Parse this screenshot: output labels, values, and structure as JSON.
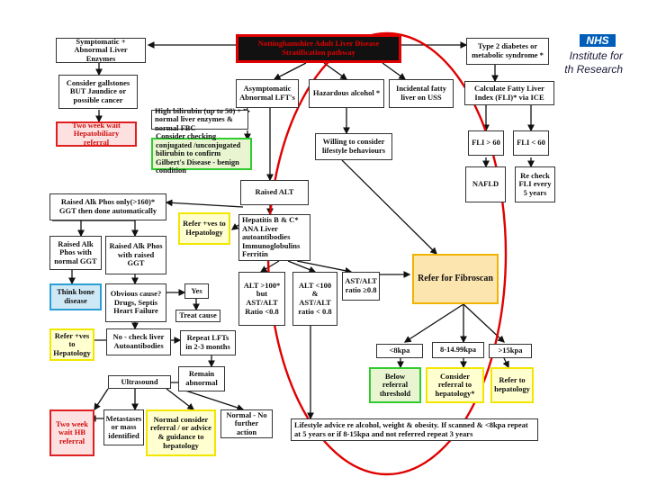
{
  "title": "Nottinghamshire Adult Liver Disease Stratification pathway",
  "logo": {
    "name": "NHS",
    "line1": "Institute for",
    "line2": "th Research"
  },
  "boxes": {
    "symptomatic": "Symptomatic + Abnormal Liver Enzymes",
    "gallstones": "Consider gallstones BUT Jaundice or possible cancer",
    "two_week_hpb": "Two week wait Hepatobiliary referral",
    "asymptomatic": "Asymptomatic Abnormal LFT's",
    "high_bilirubin": "High bilirubin (up to 50) + normal liver enzymes & normal FBC",
    "gilbert": "Consider checking conjugated /unconjugated bilirubin to confirm Gilbert's Disease - benign condition",
    "hazardous_alcohol": "Hazardous alcohol *",
    "incidental_fatty": "Incidental fatty liver on USS",
    "willing": "Willing to consider lifestyle behaviours",
    "t2dm": "Type 2 diabetes or metabolic syndrome *",
    "fli_calc": "Calculate Fatty Liver Index (FLI)* via ICE",
    "fli_gt": "FLI > 60",
    "fli_lt": "FLI < 60",
    "nafld": "NAFLD",
    "recheck": "Re check FLI every 5 years",
    "raised_alk": "Raised Alk Phos only(>160)* GGT then done automatically",
    "raised_alt": "Raised ALT",
    "refer_hep_yellow": "Refer +ves to Hepatology",
    "hep_panel": "Hepatitis B & C* ANA Liver autoantibodies Immunoglobulins Ferritin",
    "alk_normal_ggt": "Raised Alk Phos with normal GGT",
    "alk_raised_ggt": "Raised Alk Phos with raised GGT",
    "think_bone": "Think bone disease",
    "obvious_cause": "Obvious cause? Drugs, Septis Heart Failure",
    "yes": "Yes",
    "treat_cause": "Treat cause",
    "alt_gt100": "ALT >100* but AST/ALT Ratio <0.8",
    "alt_lt100": "ALT <100 & AST/ALT ratio < 0.8",
    "ast_alt_ratio": "AST/ALT ratio ≥0.8",
    "refer_fibroscan": "Refer for Fibroscan",
    "refer_hep_left": "Refer +ves to Hepatology",
    "no_check_liver": "No - check liver Autoantibodies",
    "repeat_lfts": "Repeat LFTs in 2-3 months",
    "remain_abnormal": "Remain abnormal",
    "ultrasound": "Ultrasound",
    "two_week_hb": "Two week wait HB referral",
    "metastases": "Metastases or mass identified",
    "normal_consider": "Normal consider referral / or advice & guidance to hepatology",
    "normal_no": "Normal - No further action",
    "kpa_lt8": "<8kpa",
    "kpa_mid": "8-14.99kpa",
    "kpa_gt15": ">15kpa",
    "below_threshold": "Below referral threshold",
    "consider_referral": "Consider referral to hepatology*",
    "refer_hepatology": "Refer to hepatology",
    "lifestyle": "Lifestyle advice re alcohol, weight & obesity. If scanned & <8kpa repeat at 5 years or if 8-15kpa and not referred repeat 3 years"
  },
  "colors": {
    "highlight_ellipse": "#e00000",
    "nhs_blue": "#005eb8"
  }
}
